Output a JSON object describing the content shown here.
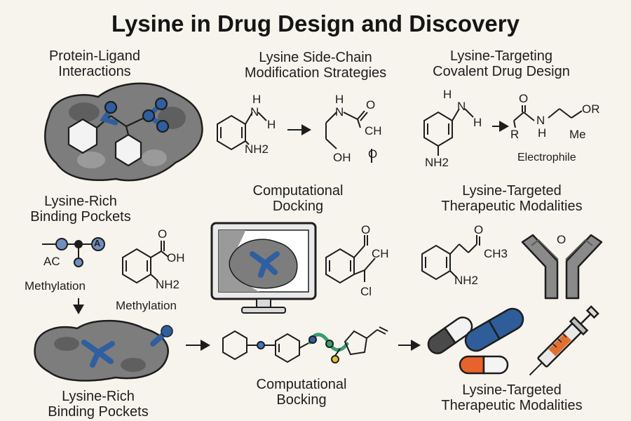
{
  "title": "Lysine in Drug Design and Discovery",
  "panels": {
    "protein_ligand": {
      "heading": "Protein-Ligand\nInteractions"
    },
    "side_chain": {
      "heading": "Lysine Side-Chain\nModification Strategies",
      "atoms": {
        "h1": "H",
        "n": "N",
        "h2": "H",
        "nh2": "NH2",
        "h3": "H",
        "n2": "N",
        "o": "O",
        "ch": "CH",
        "oh": "OH",
        "o2": "O"
      }
    },
    "covalent": {
      "heading": "Lysine-Targeting\nCovalent Drug Design",
      "atoms": {
        "h1": "H",
        "n": "N",
        "h2": "H",
        "nh2": "NH2",
        "o": "O",
        "n2": "N",
        "h3": "H",
        "or": "OR",
        "r": "R",
        "me": "Me"
      },
      "electrophile": "Electrophile"
    },
    "binding_pockets_top": {
      "heading": "Lysine-Rich\nBinding Pockets",
      "ac": "AC",
      "a_badge": "A",
      "methylation_1": "Methylation",
      "methylation_2": "Methylation",
      "atoms": {
        "o": "O",
        "oh": "OH",
        "nh2": "NH2"
      }
    },
    "docking_top": {
      "heading": "Computational\nDocking",
      "atoms": {
        "o": "O",
        "ch": "CH",
        "cl": "Cl"
      }
    },
    "modalities_top": {
      "heading": "Lysine-Targeted\nTherapeutic Modalities",
      "atoms": {
        "o": "O",
        "ch3": "CH3",
        "nh2": "NH2"
      },
      "antibody_label": "O"
    },
    "binding_pockets_bottom": {
      "heading": "Lysine-Rich\nBinding Pockets"
    },
    "docking_bottom": {
      "heading": "Computational\nBocking"
    },
    "modalities_bottom": {
      "heading": "Lysine-Targeted\nTherapeutic Modalities"
    }
  },
  "colors": {
    "background": "#f7f4ee",
    "protein_gray": "#7d7d7d",
    "ligand_blue": "#2f5f9e",
    "capsule_blue": "#2f5d9a",
    "capsule_orange": "#e8632c",
    "syringe_orange": "#e07030"
  }
}
